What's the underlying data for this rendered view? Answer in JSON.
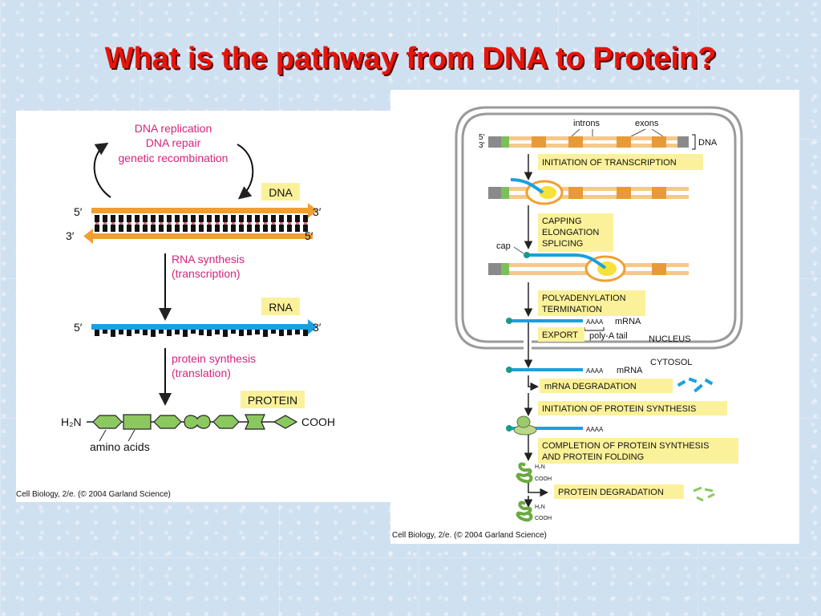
{
  "slide": {
    "title": "What is the pathway from DNA to Protein?"
  },
  "left_figure": {
    "cycle_line1": "DNA replication",
    "cycle_line2": "DNA repair",
    "cycle_line3": "genetic recombination",
    "dna_label": "DNA",
    "dna_top_5": "5′",
    "dna_top_3": "3′",
    "dna_bot_3": "3′",
    "dna_bot_5": "5′",
    "rna_synth_line1": "RNA synthesis",
    "rna_synth_line2": "(transcription)",
    "rna_label": "RNA",
    "rna_5": "5′",
    "rna_3": "3′",
    "prot_synth_line1": "protein synthesis",
    "prot_synth_line2": "(translation)",
    "protein_label": "PROTEIN",
    "h2n": "H₂N",
    "cooh": "COOH",
    "amino_acids": "amino acids",
    "credit": "Cell Biology, 2/e. (© 2004 Garland Science)"
  },
  "right_figure": {
    "introns": "introns",
    "exons": "exons",
    "five_prime": "5′",
    "three_prime": "3′",
    "dna": "DNA",
    "initiation_transcription": "INITIATION OF TRANSCRIPTION",
    "capping": "CAPPING",
    "elongation": "ELONGATION",
    "splicing": "SPLICING",
    "cap": "cap",
    "polyadenylation": "POLYADENYLATION",
    "termination": "TERMINATION",
    "aaaa": "AAAA",
    "mrna": "mRNA",
    "export": "EXPORT",
    "polya_tail": "poly-A tail",
    "nucleus": "NUCLEUS",
    "cytosol": "CYTOSOL",
    "mrna_degradation": "mRNA DEGRADATION",
    "initiation_protein": "INITIATION OF PROTEIN SYNTHESIS",
    "completion_line1": "COMPLETION OF PROTEIN SYNTHESIS",
    "completion_line2": "AND PROTEIN FOLDING",
    "h2n": "H₂N",
    "cooh": "COOH",
    "protein_degradation": "PROTEIN DEGRADATION",
    "credit": "Cell Biology, 2/e. (© 2004 Garland Science)"
  },
  "colors": {
    "title_red": "#e8140a",
    "magenta_text": "#d6247c",
    "label_box": "#fbf19a",
    "dna_orange": "#f0a030",
    "rna_blue": "#1aa0e0",
    "protein_green": "#8cc860"
  }
}
